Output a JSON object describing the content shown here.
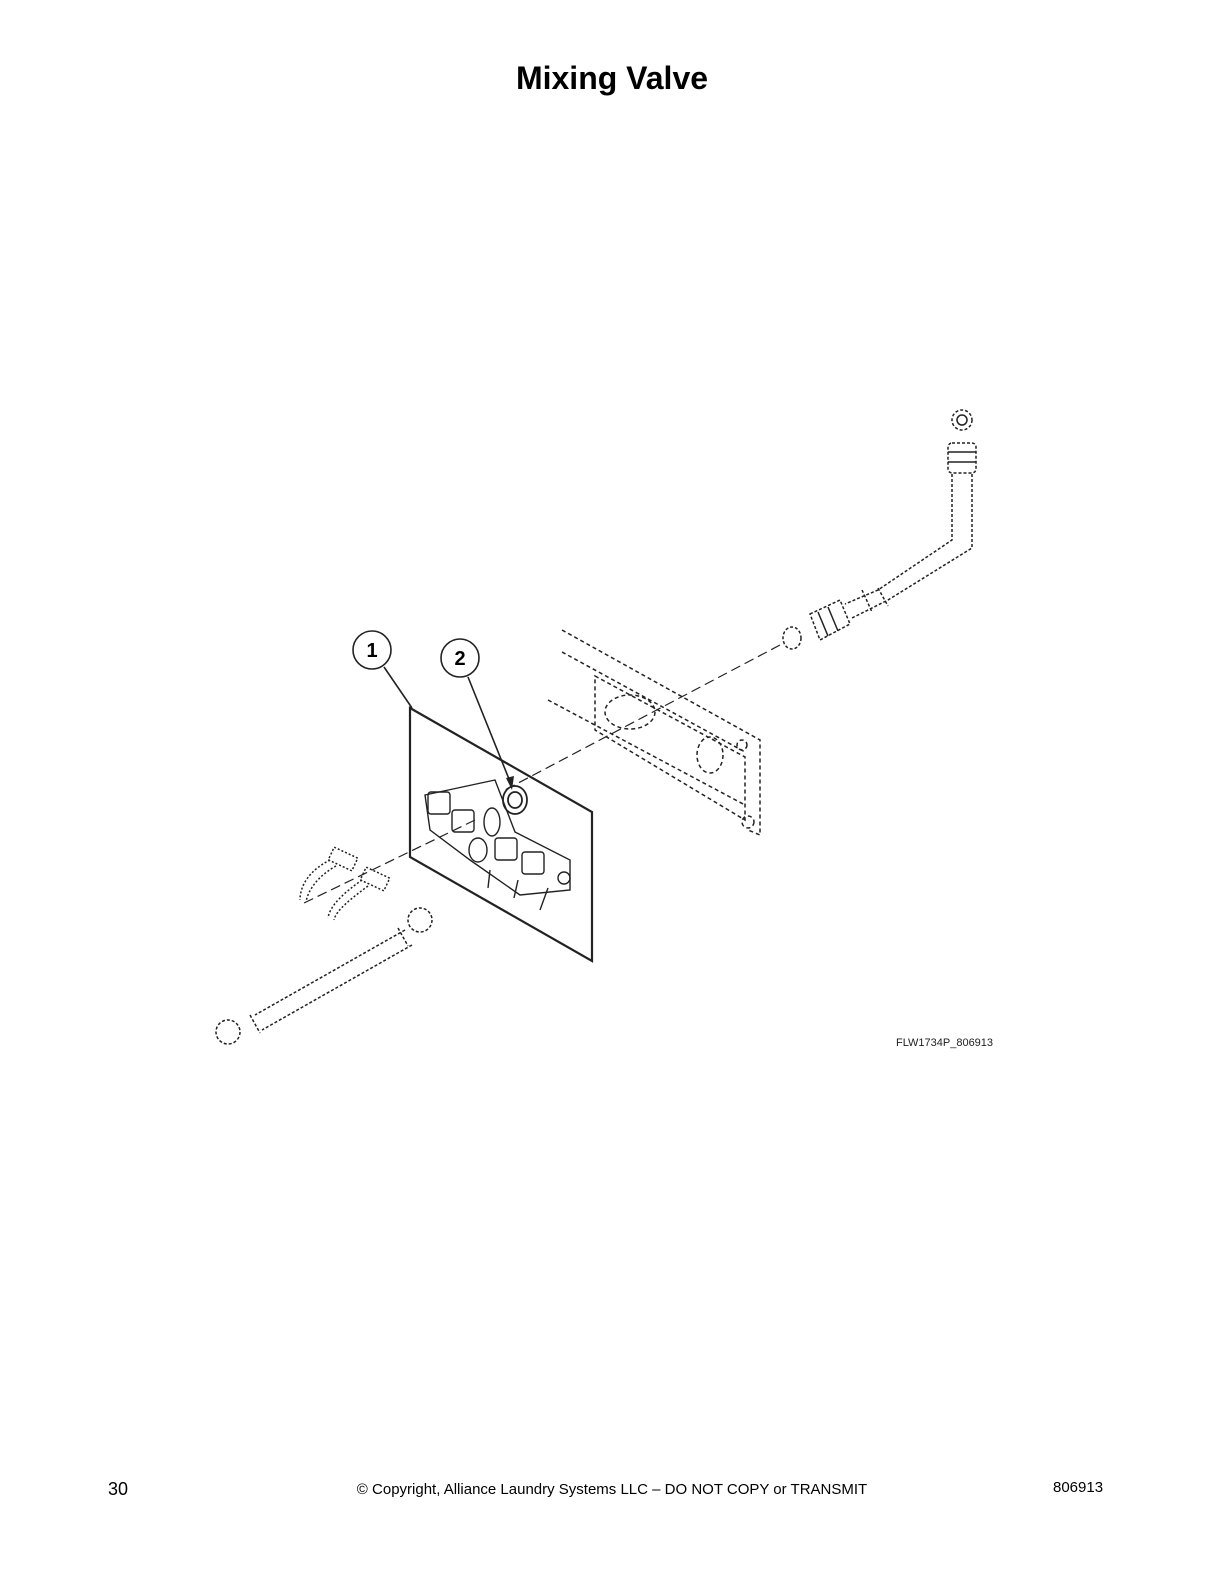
{
  "title": "Mixing Valve",
  "callouts": [
    "1",
    "2"
  ],
  "figure_code": "FLW1734P_806913",
  "footer": {
    "page_number": "30",
    "copyright": "© Copyright, Alliance Laundry Systems LLC – DO NOT COPY or TRANSMIT",
    "doc_number": "806913"
  }
}
